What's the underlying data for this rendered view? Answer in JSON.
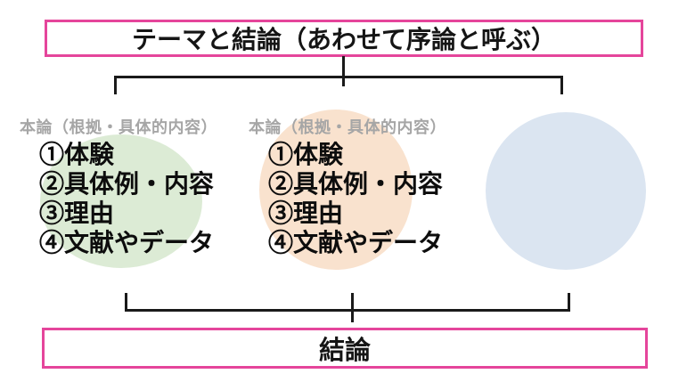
{
  "diagram": {
    "intro_box": {
      "label": "テーマと結論（あわせて序論と呼ぶ）"
    },
    "conclusion_box": {
      "label": "結論"
    },
    "columns": [
      {
        "heading": "本論（根拠・具体的内容）",
        "items": [
          "①体験",
          "②具体例・内容",
          "③理由",
          "④文献やデータ"
        ]
      },
      {
        "heading": "本論（根拠・具体的内容）",
        "items": [
          "①体験",
          "②具体例・内容",
          "③理由",
          "④文献やデータ"
        ]
      },
      {
        "heading": "",
        "items": []
      }
    ],
    "colors": {
      "pink_border": "#e5459b",
      "connector_line": "#1a1a1a",
      "heading_gray": "#a6a6a6",
      "circle_green": "#dcebd5",
      "circle_orange": "#f9e2ce",
      "circle_blue": "#dbe5f1"
    }
  }
}
